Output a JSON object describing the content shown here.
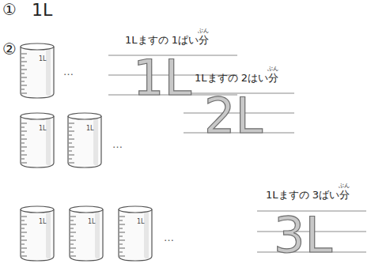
{
  "diagram": {
    "nodes": [
      {
        "text": [
          "1L"
        ]
      },
      {
        "text": [
          "1L"
        ]
      },
      {
        "text": [
          "1L"
        ]
      },
      {
        "text": [
          "1L"
        ]
      },
      {
        "text": [
          "1L"
        ]
      },
      {
        "text": [
          "1L"
        ]
      }
    ],
    "labels": [
      "①",
      "1L",
      "②",
      "…",
      "1Lますの 1ぱい分",
      "ぶん",
      "1L",
      "…",
      "1Lますの 2はい分",
      "ぶん",
      "2L",
      "…",
      "1Lますの 3ばい分",
      "ぶん",
      "3L"
    ]
  }
}
